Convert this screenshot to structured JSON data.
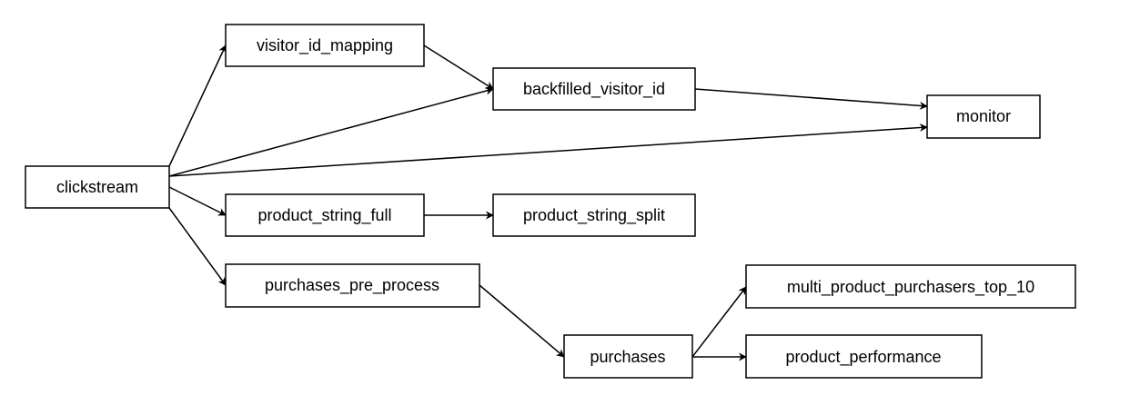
{
  "diagram": {
    "nodes": {
      "clickstream": "clickstream",
      "visitor_id_mapping": "visitor_id_mapping",
      "backfilled_visitor_id": "backfilled_visitor_id",
      "monitor": "monitor",
      "product_string_full": "product_string_full",
      "product_string_split": "product_string_split",
      "purchases_pre_process": "purchases_pre_process",
      "purchases": "purchases",
      "multi_product_purchasers_top_10": "multi_product_purchasers_top_10",
      "product_performance": "product_performance"
    },
    "edges": [
      {
        "from": "clickstream",
        "to": "visitor_id_mapping"
      },
      {
        "from": "clickstream",
        "to": "backfilled_visitor_id"
      },
      {
        "from": "clickstream",
        "to": "monitor"
      },
      {
        "from": "clickstream",
        "to": "product_string_full"
      },
      {
        "from": "clickstream",
        "to": "purchases_pre_process"
      },
      {
        "from": "visitor_id_mapping",
        "to": "backfilled_visitor_id"
      },
      {
        "from": "backfilled_visitor_id",
        "to": "monitor"
      },
      {
        "from": "product_string_full",
        "to": "product_string_split"
      },
      {
        "from": "purchases_pre_process",
        "to": "purchases"
      },
      {
        "from": "purchases",
        "to": "multi_product_purchasers_top_10"
      },
      {
        "from": "purchases",
        "to": "product_performance"
      }
    ]
  }
}
